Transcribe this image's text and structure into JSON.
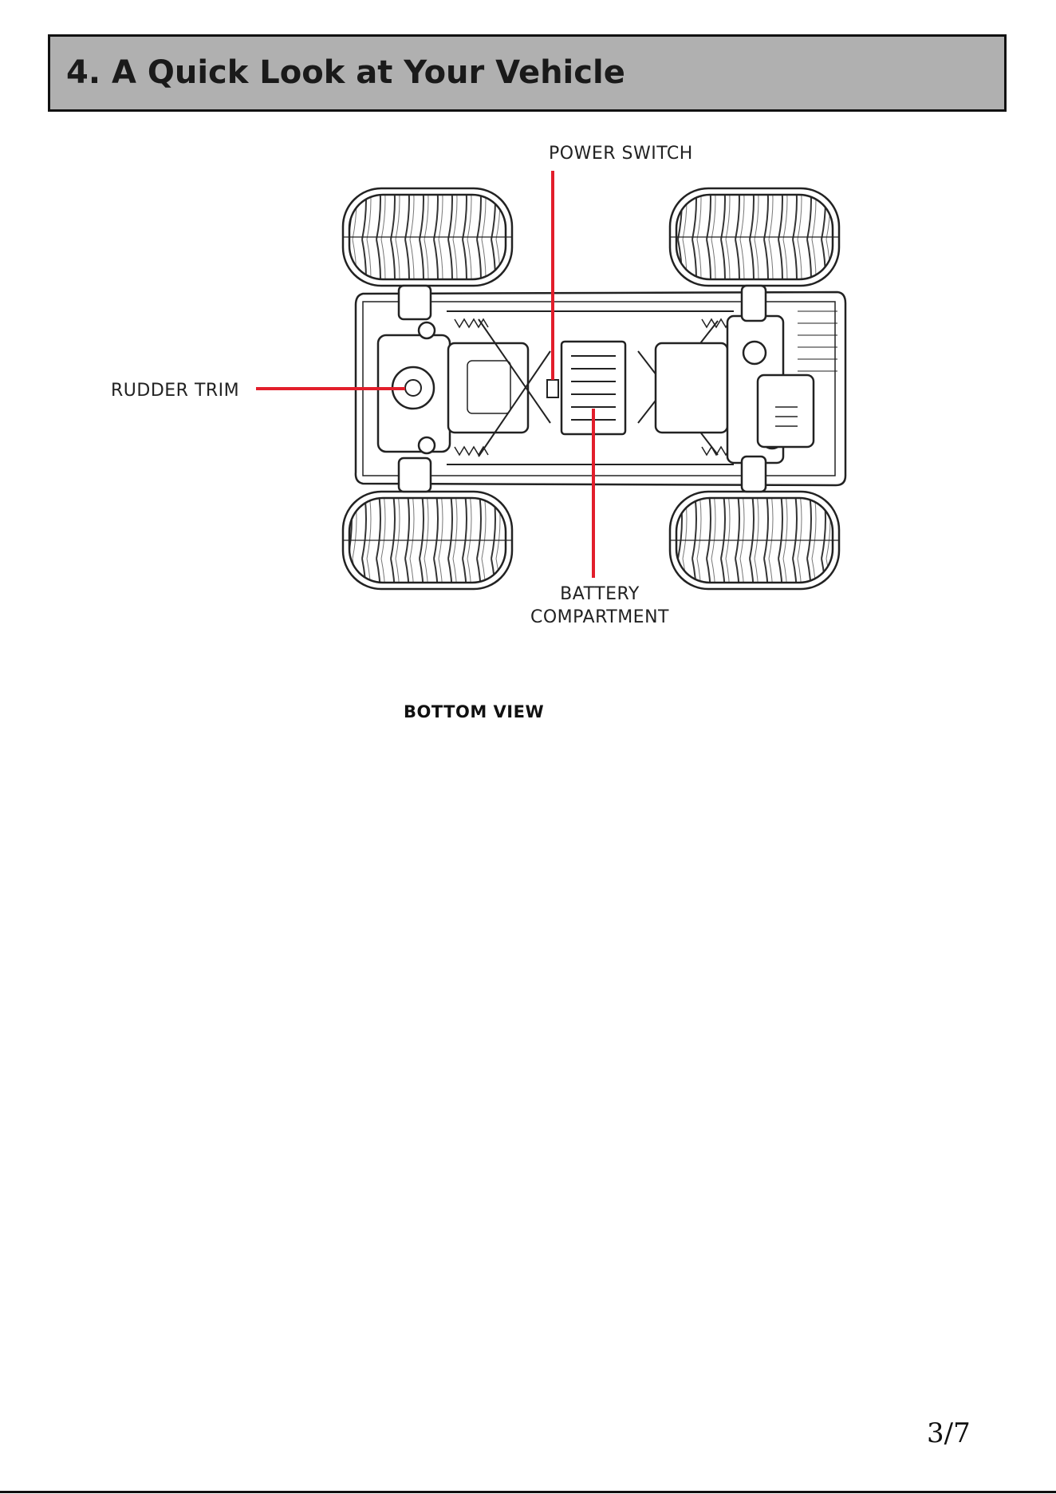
{
  "header": {
    "title": "4.  A Quick Look at Your Vehicle"
  },
  "callouts": {
    "power_switch": "POWER SWITCH",
    "rudder_trim": "RUDDER TRIM",
    "battery_line1": "BATTERY",
    "battery_line2": "COMPARTMENT"
  },
  "caption": "BOTTOM VIEW",
  "page_number": "3/7",
  "colors": {
    "callout_line": "#e21e2b",
    "header_bg": "#b0b0b0"
  }
}
